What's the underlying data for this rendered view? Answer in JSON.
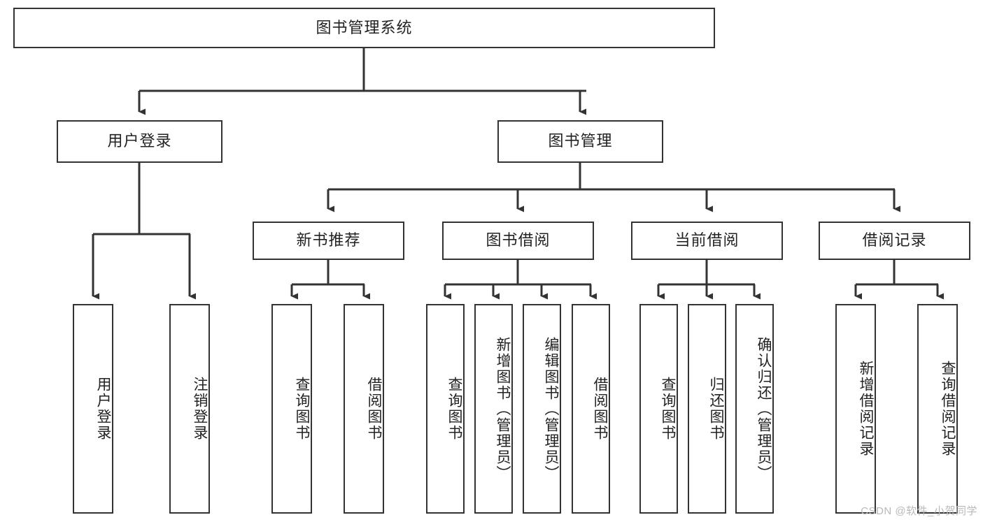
{
  "diagram": {
    "title": "图书管理系统",
    "type": "hierarchy-tree",
    "orientation": "top-down",
    "colors": {
      "box_border": "#333333",
      "box_fill": "#ffffff",
      "connector": "#333333",
      "text": "#222222",
      "watermark": "#b9b9b9",
      "page_background": "#ffffff"
    },
    "root": {
      "label": "图书管理系统"
    },
    "level2": [
      {
        "id": "user-login",
        "label": "用户登录"
      },
      {
        "id": "book-management",
        "label": "图书管理"
      }
    ],
    "level3": [
      {
        "id": "new-book-recommend",
        "label": "新书推荐",
        "parent": "book-management"
      },
      {
        "id": "book-borrow",
        "label": "图书借阅",
        "parent": "book-management"
      },
      {
        "id": "current-borrow",
        "label": "当前借阅",
        "parent": "book-management"
      },
      {
        "id": "borrow-record",
        "label": "借阅记录",
        "parent": "book-management"
      }
    ],
    "leaves": {
      "user-login": [
        {
          "id": "leaf-user-login",
          "label": "用户登录"
        },
        {
          "id": "leaf-user-logout",
          "label": "注销登录"
        }
      ],
      "new-book-recommend": [
        {
          "id": "leaf-query-book-1",
          "label": "查询图书"
        },
        {
          "id": "leaf-borrow-book-1",
          "label": "借阅图书"
        }
      ],
      "book-borrow": [
        {
          "id": "leaf-query-book-2",
          "label": "查询图书"
        },
        {
          "id": "leaf-add-book",
          "label": "新增图书（管理员）"
        },
        {
          "id": "leaf-edit-book",
          "label": "编辑图书（管理员）"
        },
        {
          "id": "leaf-borrow-book-2",
          "label": "借阅图书"
        }
      ],
      "current-borrow": [
        {
          "id": "leaf-query-book-3",
          "label": "查询图书"
        },
        {
          "id": "leaf-return-book",
          "label": "归还图书"
        },
        {
          "id": "leaf-confirm-return",
          "label": "确认归还（管理员）"
        }
      ],
      "borrow-record": [
        {
          "id": "leaf-add-record",
          "label": "新增借阅记录"
        },
        {
          "id": "leaf-query-record",
          "label": "查询借阅记录"
        }
      ]
    }
  },
  "watermark": {
    "text": "CSDN @软件_小贺同学"
  }
}
